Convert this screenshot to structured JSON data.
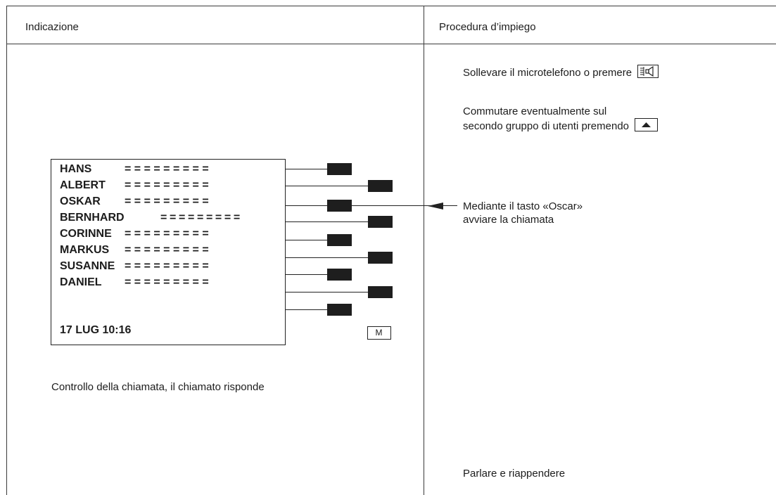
{
  "header": {
    "left": "Indicazione",
    "right": "Procedura d’impiego"
  },
  "steps": {
    "step1": "Sollevare il microtelefono o premere",
    "step2_line1": "Commutare eventualmente sul",
    "step2_line2": "secondo gruppo di utenti premendo",
    "step3_line1": "Mediante il tasto «Oscar»",
    "step3_line2": "avviare la chiamata",
    "step4": "Parlare e riappendere"
  },
  "display": {
    "names": [
      "HANS",
      "ALBERT",
      "OSKAR",
      "BERNHARD",
      "CORINNE",
      "MARKUS",
      "SUSANNE",
      "DANIEL"
    ],
    "dashes": "= = = = = = = = =",
    "datetime": "17 LUG 10:16",
    "mode_key": "M"
  },
  "caption": "Controllo della chiamata, il chiamato risponde",
  "icons": {
    "speaker_key": "loudspeaker-icon",
    "group_key": "triangle-up-icon",
    "pointer": "arrow-left-icon"
  }
}
